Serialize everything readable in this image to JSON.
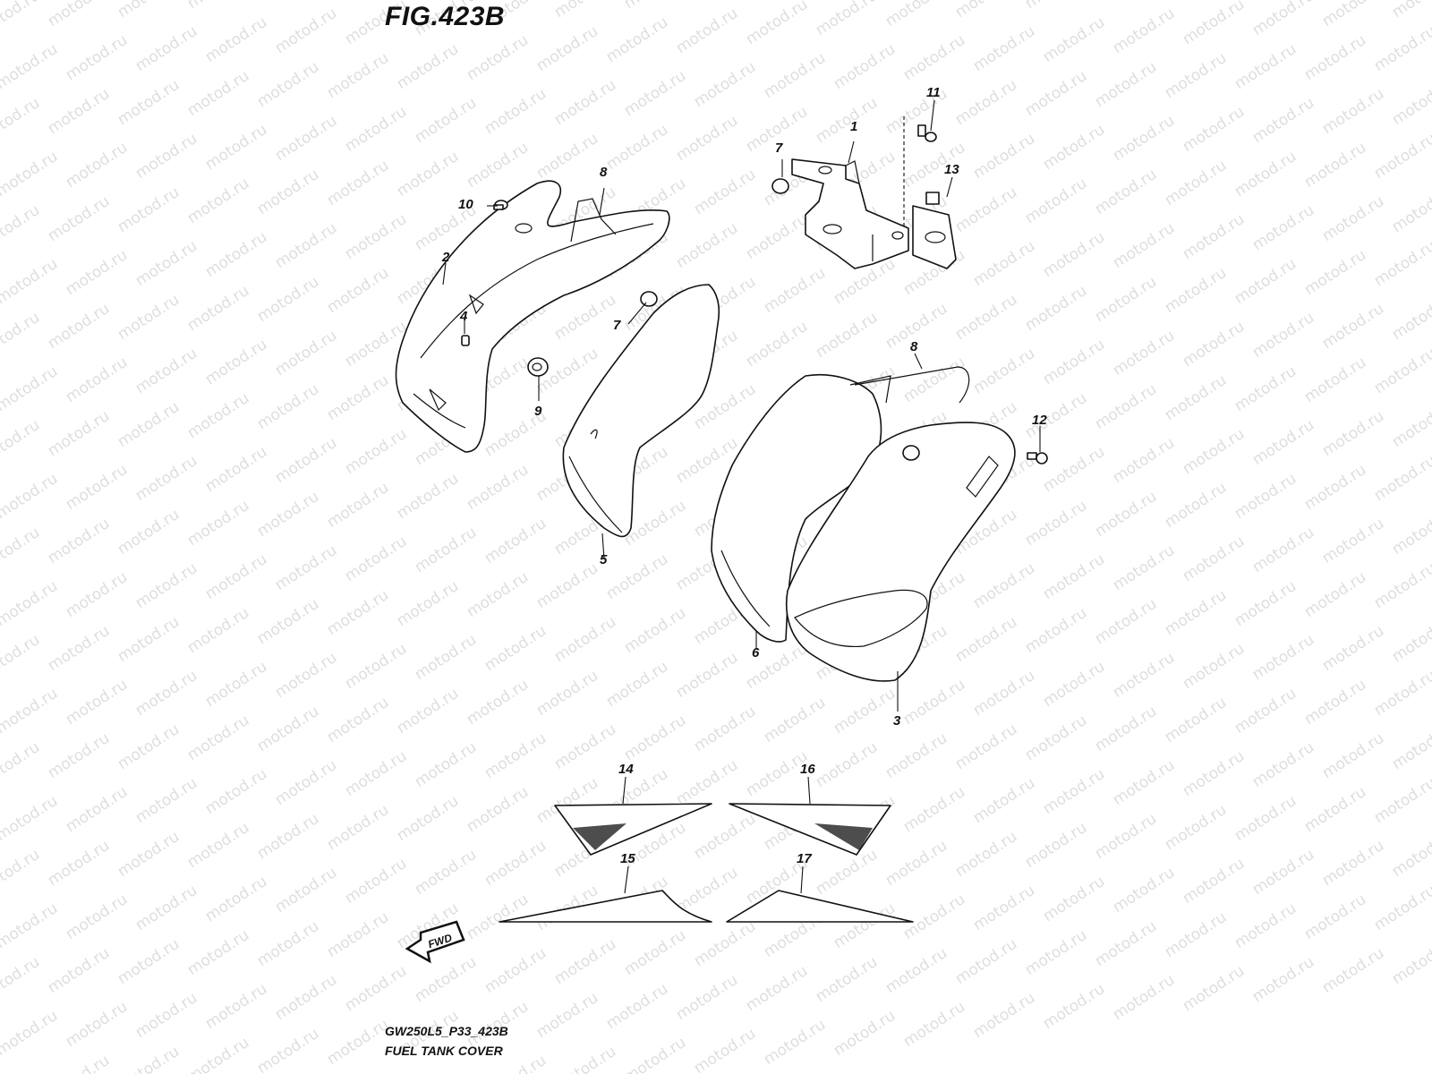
{
  "figure": {
    "title": "FIG.423B",
    "code": "GW250L5_P33_423B",
    "name": "FUEL TANK COVER"
  },
  "watermark": "motod.ru",
  "direction_indicator": {
    "label": "FWD"
  },
  "callouts": [
    "1",
    "2",
    "3",
    "4",
    "5",
    "6",
    "7",
    "7",
    "8",
    "8",
    "9",
    "10",
    "11",
    "12",
    "13",
    "14",
    "15",
    "16",
    "17"
  ]
}
